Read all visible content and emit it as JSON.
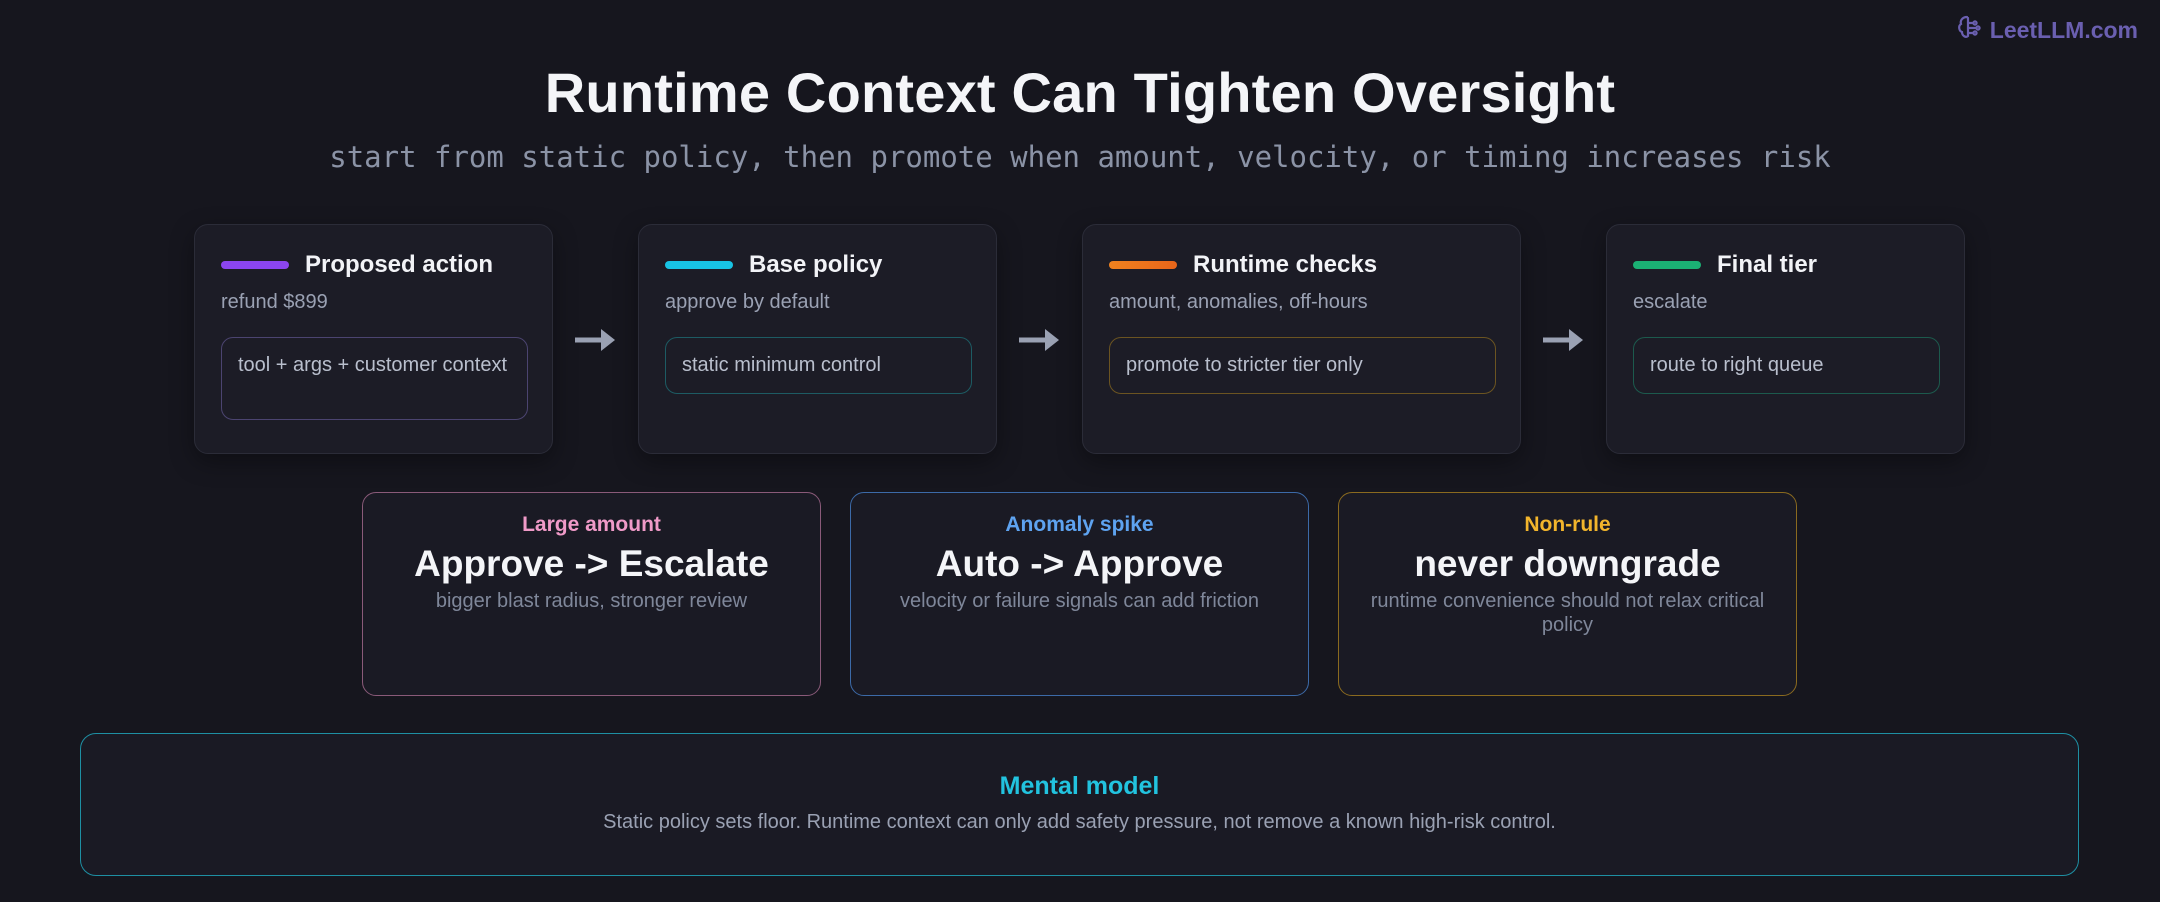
{
  "brand": {
    "name": "LeetLLM.com",
    "icon": "brain-icon"
  },
  "title": "Runtime Context Can Tighten Oversight",
  "subtitle": "start from static policy, then promote when amount, velocity, or timing increases risk",
  "steps": [
    {
      "title": "Proposed action",
      "desc": "refund $899",
      "box": "tool + args + customer context",
      "bar_color": "#8b45f0",
      "box_border": "#4b4470"
    },
    {
      "title": "Base policy",
      "desc": "approve by default",
      "box": "static minimum control",
      "bar_color": "#18c3e4",
      "box_border": "#1d5b63"
    },
    {
      "title": "Runtime checks",
      "desc": "amount, anomalies, off-hours",
      "box": "promote to stricter tier only",
      "bar_color": "#f0821f",
      "box_border": "#6b5421"
    },
    {
      "title": "Final tier",
      "desc": "escalate",
      "box": "route to right queue",
      "bar_color": "#1bb074",
      "box_border": "#1c5a4d"
    }
  ],
  "arrow_icon": "arrow-right-icon",
  "cards": [
    {
      "label": "Large amount",
      "headline": "Approve -> Escalate",
      "text": "bigger blast radius, stronger review",
      "label_color": "#f09ac8",
      "border_color": "#8a5a79"
    },
    {
      "label": "Anomaly spike",
      "headline": "Auto -> Approve",
      "text": "velocity or failure signals can add friction",
      "label_color": "#5ea3f0",
      "border_color": "#3c6aa8"
    },
    {
      "label": "Non-rule",
      "headline": "never downgrade",
      "text": "runtime convenience should not relax critical policy",
      "label_color": "#f2b52c",
      "border_color": "#8a6a1f"
    }
  ],
  "mental_model": {
    "title": "Mental model",
    "text": "Static policy sets floor. Runtime context can only add safety pressure, not remove a known high-risk control."
  }
}
